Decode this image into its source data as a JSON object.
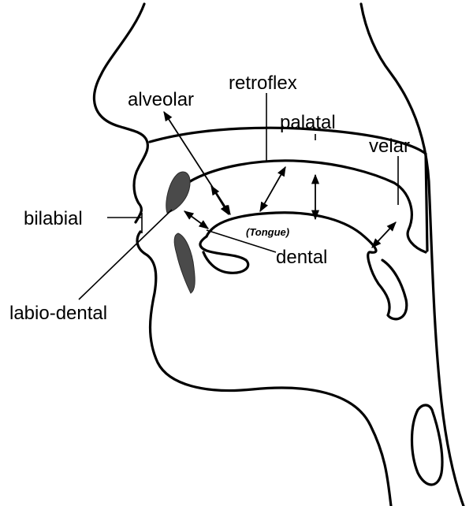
{
  "diagram": {
    "labels": {
      "alveolar": "alveolar",
      "retroflex": "retroflex",
      "palatal": "palatal",
      "velar": "velar",
      "bilabial": "bilabial",
      "labio_dental": "labio-dental",
      "dental": "dental",
      "tongue": "(Tongue)"
    }
  }
}
